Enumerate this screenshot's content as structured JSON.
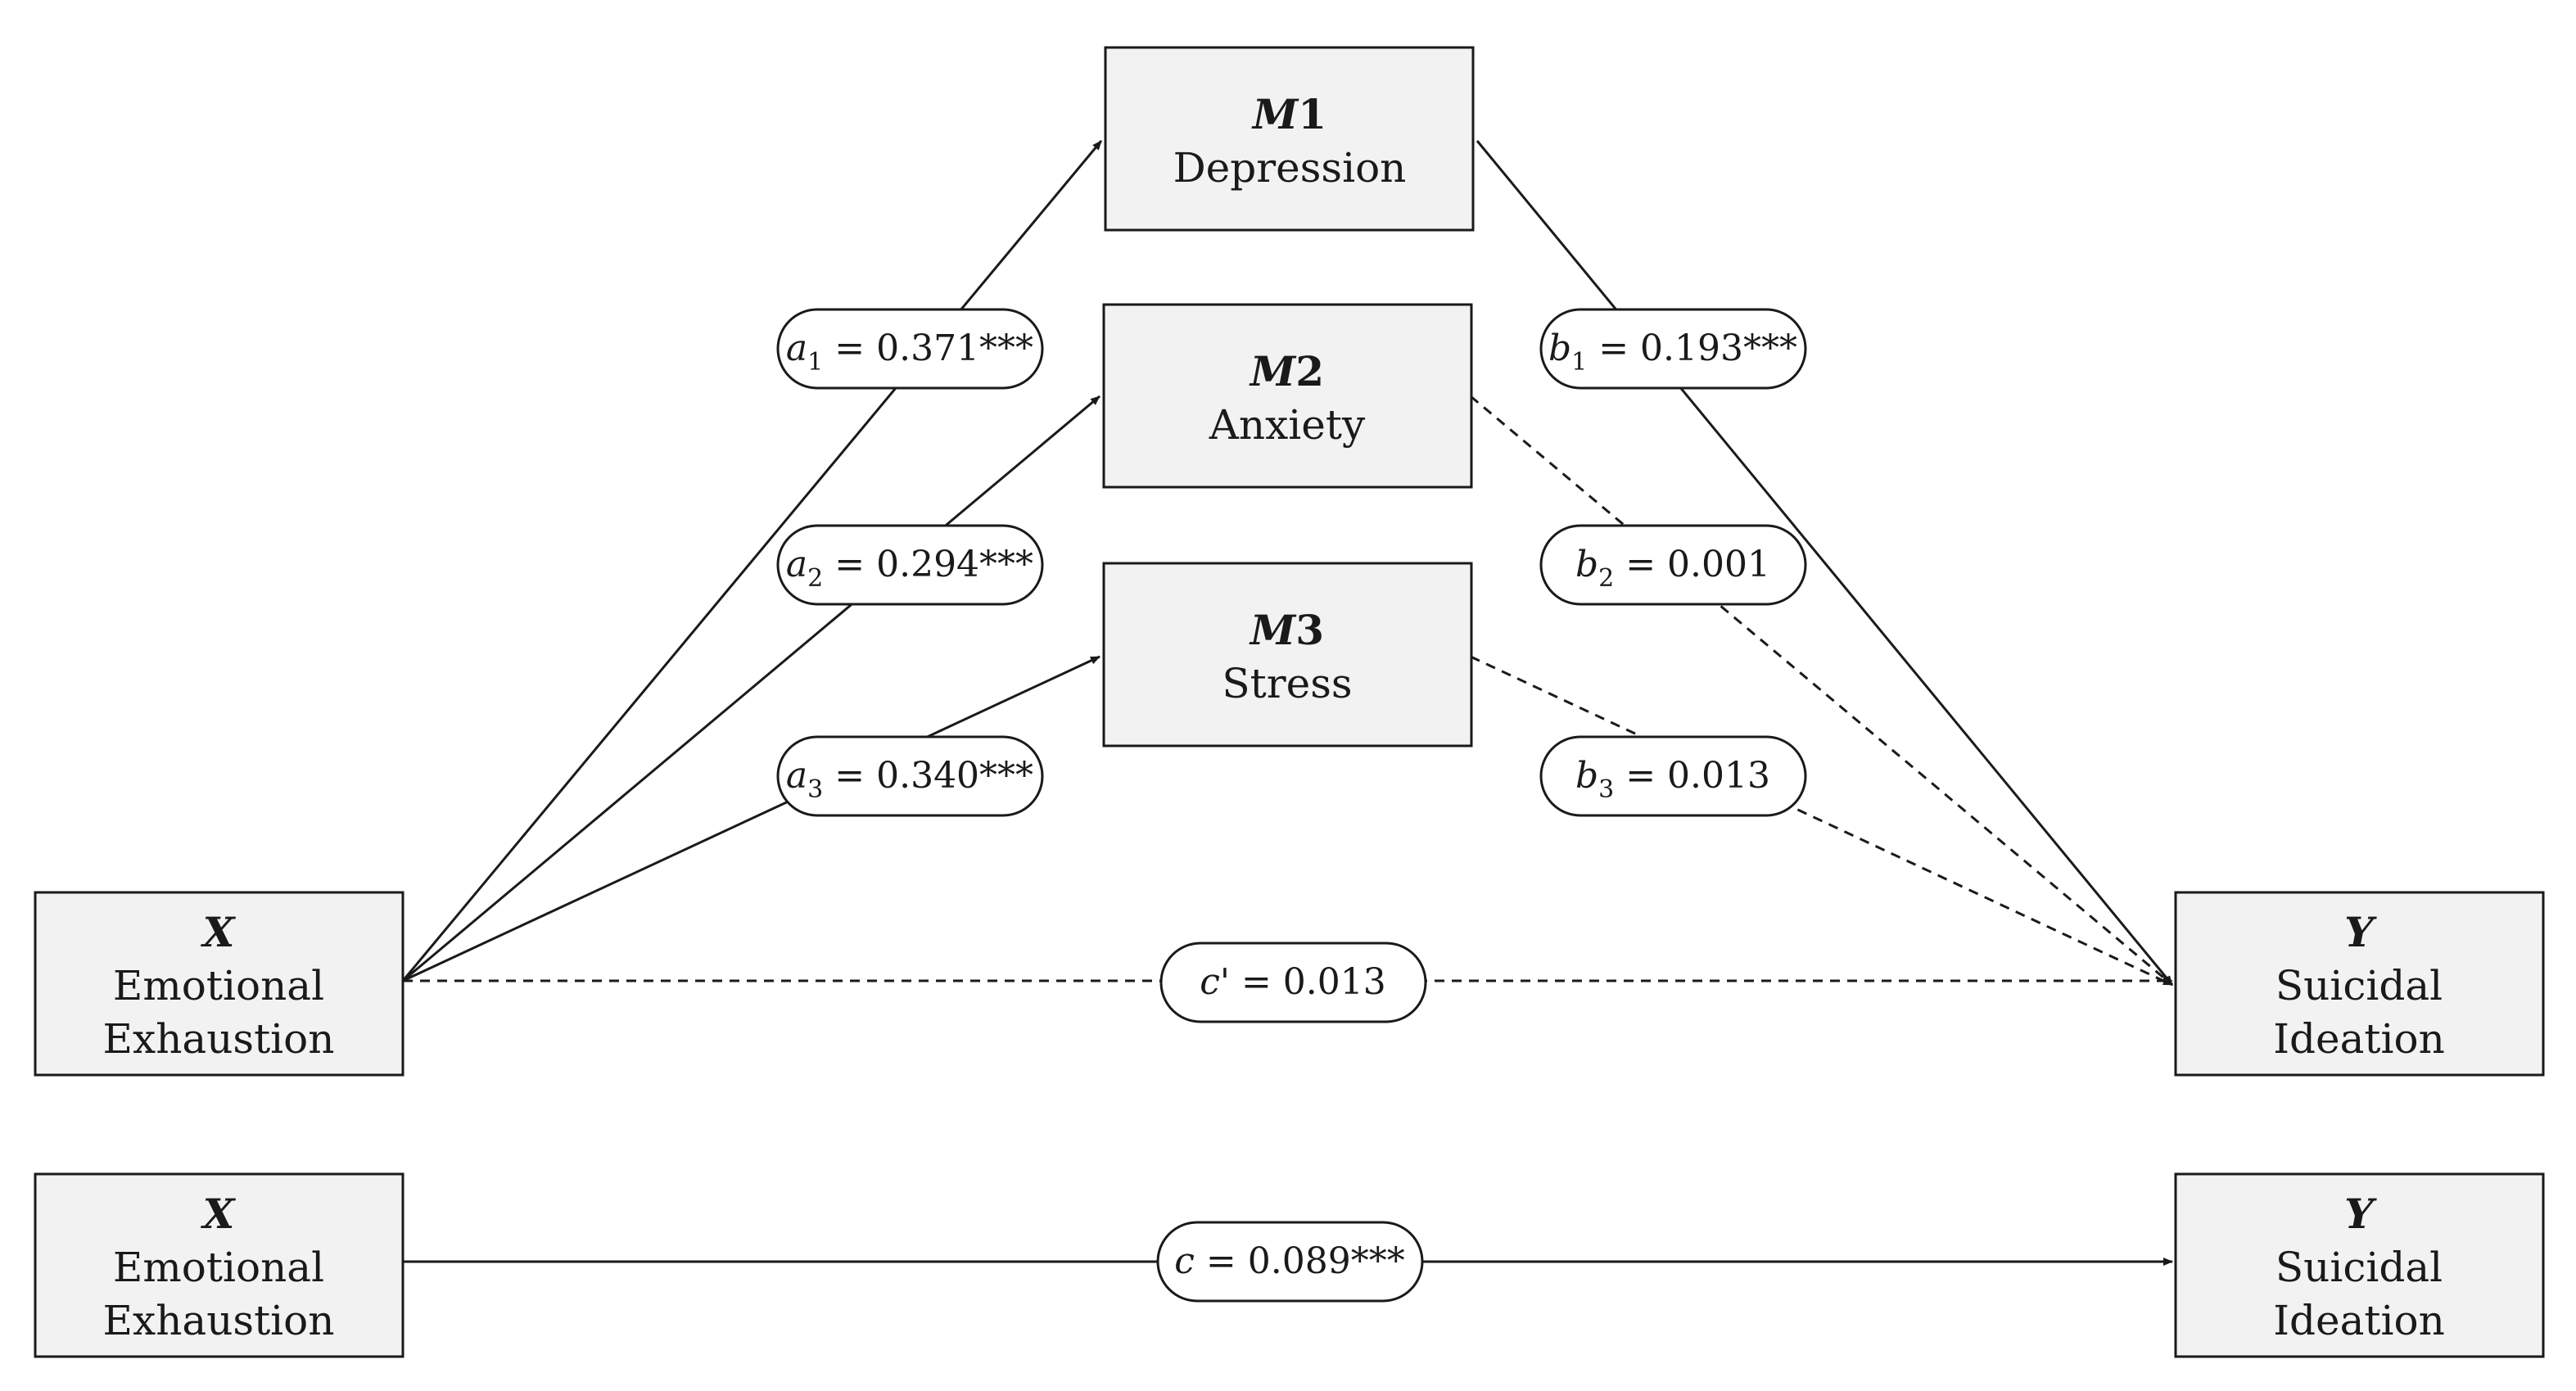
{
  "nodes": {
    "x_top": {
      "letter": "X",
      "line1": "Emotional",
      "line2": "Exhaustion"
    },
    "y_top": {
      "letter": "Y",
      "line1": "Suicidal",
      "line2": "Ideation"
    },
    "m1": {
      "letter": "M",
      "num": "1",
      "name": "Depression"
    },
    "m2": {
      "letter": "M",
      "num": "2",
      "name": "Anxiety"
    },
    "m3": {
      "letter": "M",
      "num": "3",
      "name": "Stress"
    },
    "x_bottom": {
      "letter": "X",
      "line1": "Emotional",
      "line2": "Exhaustion"
    },
    "y_bottom": {
      "letter": "Y",
      "line1": "Suicidal",
      "line2": "Ideation"
    }
  },
  "paths": {
    "a1": {
      "sym": "a",
      "sub": "1",
      "value": " = 0.371***",
      "significant": true
    },
    "a2": {
      "sym": "a",
      "sub": "2",
      "value": " = 0.294***",
      "significant": true
    },
    "a3": {
      "sym": "a",
      "sub": "3",
      "value": " = 0.340***",
      "significant": true
    },
    "b1": {
      "sym": "b",
      "sub": "1",
      "value": " = 0.193***",
      "significant": true
    },
    "b2": {
      "sym": "b",
      "sub": "2",
      "value": " = 0.001",
      "significant": false
    },
    "b3": {
      "sym": "b",
      "sub": "3",
      "value": " = 0.013",
      "significant": false
    },
    "c_prime": {
      "sym": "c",
      "prime": "'",
      "value": " = 0.013",
      "significant": false
    },
    "c": {
      "sym": "c",
      "value": " = 0.089***",
      "significant": true
    }
  },
  "colors": {
    "box_fill": "#f2f2f2",
    "stroke": "#1a1a1a",
    "pill_fill": "#ffffff"
  }
}
